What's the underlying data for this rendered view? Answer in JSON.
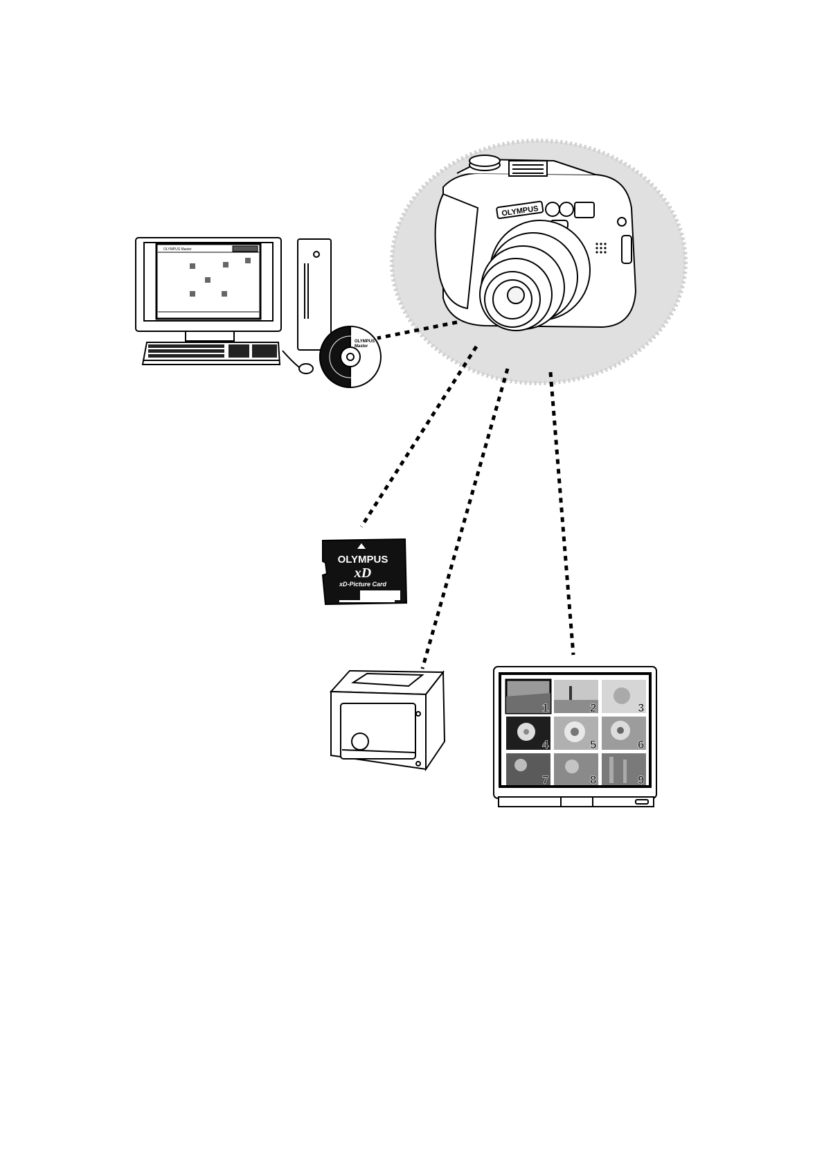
{
  "camera": {
    "brand": "OLYMPUS"
  },
  "cdrom": {
    "label_line1": "OLYMPUS",
    "label_line2": "Master"
  },
  "monitor_screen": {
    "app_title": "OLYMPUS Master"
  },
  "xd_card": {
    "brand": "OLYMPUS",
    "logo": "xD",
    "name": "xD-Picture Card"
  },
  "tv": {
    "thumbnails": [
      "1",
      "2",
      "3",
      "4",
      "5",
      "6",
      "7",
      "8",
      "9"
    ]
  },
  "colors": {
    "halo": "#dcdcdc",
    "line": "#000000",
    "card": "#111111"
  }
}
